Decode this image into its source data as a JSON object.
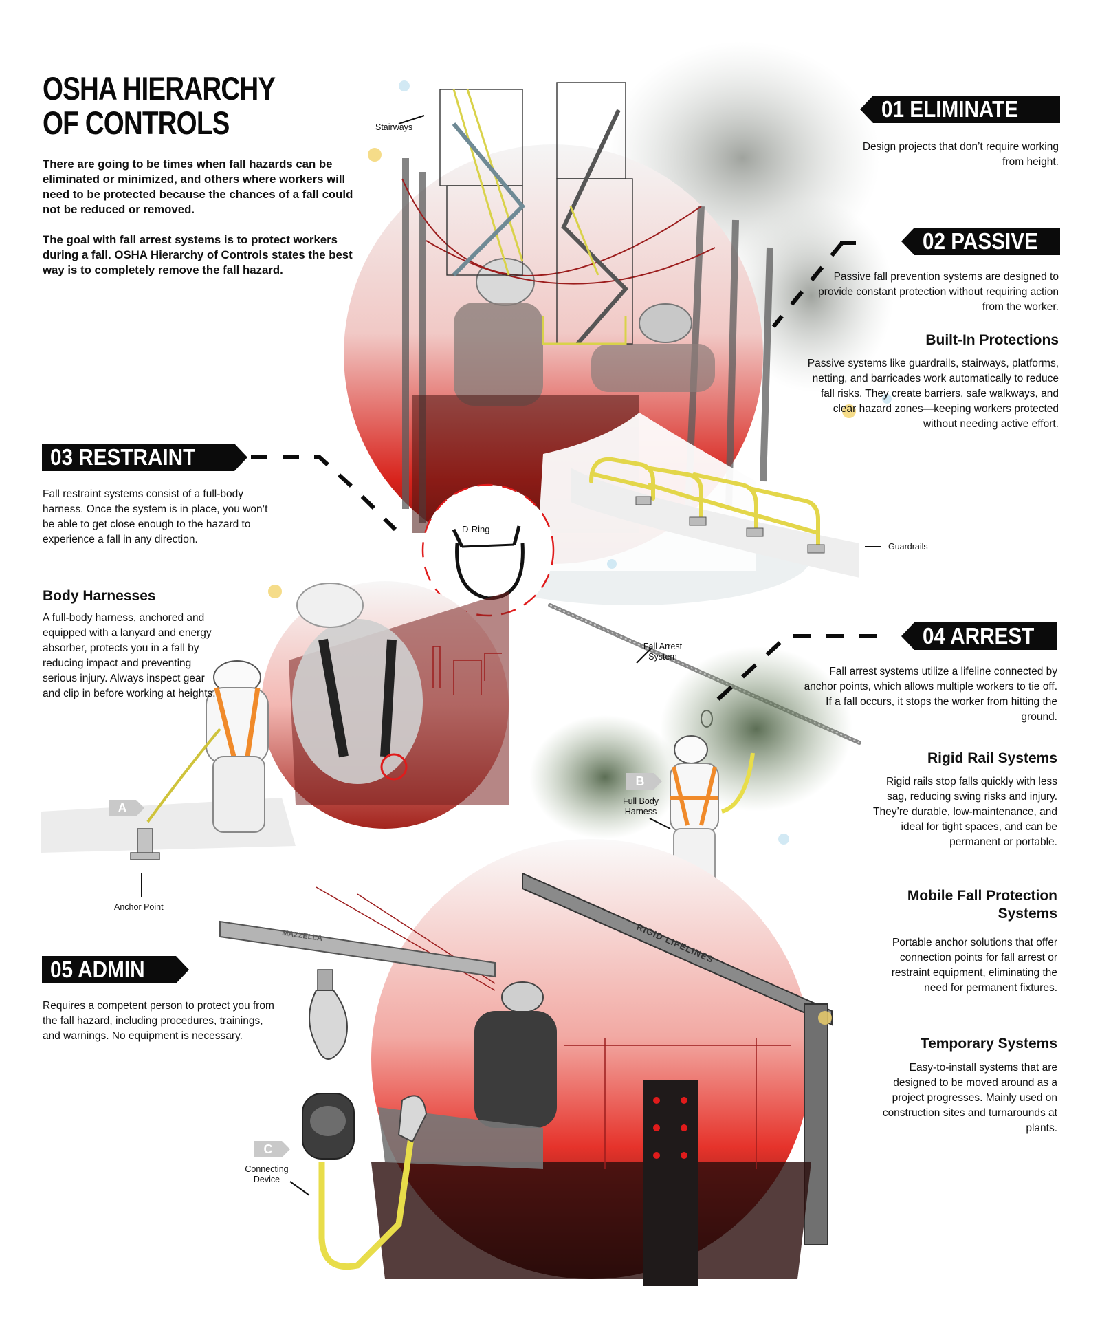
{
  "header": {
    "title_line1": "OSHA HIERARCHY",
    "title_line2": "OF CONTROLS",
    "intro_p1": "There are going to be times when fall hazards can be eliminated or minimized, and others where workers will need to be protected because the chances of a fall could not be reduced or removed.",
    "intro_p2": "The goal with fall arrest systems is to protect workers during a fall. OSHA Hierarchy of Controls states the best way is to completely remove the fall hazard."
  },
  "sections": {
    "eliminate": {
      "label": "01 ELIMINATE",
      "body": "Design projects that don’t require working from height."
    },
    "passive": {
      "label": "02 PASSIVE",
      "body": "Passive fall prevention systems are designed to provide constant protection without requiring action from the worker.",
      "sub_heading": "Built-In Protections",
      "sub_body": "Passive systems like guardrails, stairways, platforms, netting, and barricades work automatically to reduce fall risks. They create barriers, safe walkways, and clear hazard zones—keeping workers protected without needing active effort."
    },
    "restraint": {
      "label": "03 RESTRAINT",
      "body": "Fall restraint systems consist of a full-body harness. Once the system is in place, you won’t be able to get close enough to the hazard to experience a fall in any direction.",
      "sub_heading": "Body Harnesses",
      "sub_body": "A full-body harness, anchored and equipped with a lanyard and energy absorber, protects you in a fall by reducing impact and preventing serious injury. Always inspect gear and clip in before working at heights."
    },
    "arrest": {
      "label": "04 ARREST",
      "body": "Fall arrest systems utilize a lifeline connected by anchor points, which allows multiple workers to tie off. If a fall occurs, it stops the worker from hitting the ground.",
      "subsections": [
        {
          "heading": "Rigid Rail Systems",
          "body": "Rigid rails stop falls quickly with less sag, reducing swing risks and injury. They’re durable, low-maintenance, and ideal for tight spaces, and can be permanent or portable."
        },
        {
          "heading": "Mobile Fall Protection Systems",
          "body": "Portable anchor solutions that offer connection points for fall arrest or restraint equipment, eliminating the need for permanent fixtures."
        },
        {
          "heading": "Temporary Systems",
          "body": "Easy-to-install systems that are designed to be moved around as a project progresses. Mainly used on construction sites and turnarounds at plants."
        }
      ]
    },
    "admin": {
      "label": "05 ADMIN",
      "body": "Requires a competent person to protect you from the fall hazard, including procedures, trainings, and warnings. No equipment is necessary."
    }
  },
  "callouts": {
    "stairways": "Stairways",
    "d_ring": "D-Ring",
    "guardrails": "Guardrails",
    "fall_arrest_system": "Fall Arrest System",
    "full_body_harness": "Full Body Harness",
    "anchor_point": "Anchor Point",
    "connecting_device": "Connecting Device",
    "badge_a": "A",
    "badge_b": "B",
    "badge_c": "C",
    "rail_brand_1": "MAZZELLA",
    "rail_brand_2": "RIGID LIFELINES"
  },
  "colors": {
    "label_bg": "#0b0b0b",
    "accent_red": "#e01b1b",
    "harness_orange": "#f08a2a",
    "lanyard_yellow": "#e8dd4a",
    "badge_gray": "#c9c9c9"
  }
}
